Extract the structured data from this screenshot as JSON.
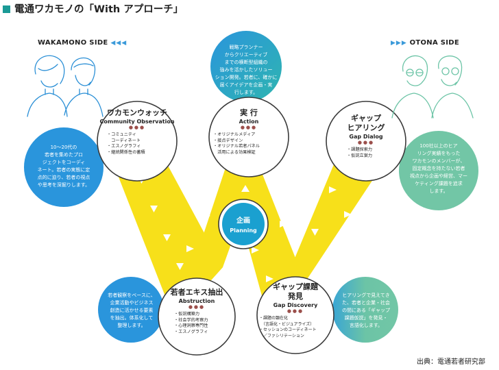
{
  "title": "電通ワカモノの「With アプローチ」",
  "wakamono_side": {
    "label": "WAKAMONO SIDE",
    "arrows": "◀◀◀"
  },
  "otona_side": {
    "label": "OTONA SIDE",
    "arrows": "▶▶▶"
  },
  "colors": {
    "accent": "#1a9a96",
    "yellow": "#f7e01a",
    "blue": "#2a95dc",
    "teal": "#72c6a6",
    "planning": "#1aa0d0",
    "dots": "#9b4f4b"
  },
  "nodes": {
    "watch": {
      "title": "ワカモンウォッチ",
      "en": "Community Observation",
      "dots": "●●●",
      "items": [
        "・コミュニティ",
        "　コーディネート",
        "・エスノグラフィ",
        "・継続関係性の蓄積"
      ]
    },
    "action": {
      "title": "実 行",
      "en": "Action",
      "dots": "●●●",
      "items": [
        "・オリジナルメディア",
        "・接点デザイン",
        "・オリジナル若者パネル",
        "　活用による効果検証"
      ]
    },
    "dialog": {
      "title": "ギャップ\nヒアリング",
      "en": "Gap Dialog",
      "dots": "●●●",
      "items": [
        "・課題探索力",
        "・仮説立案力"
      ]
    },
    "abstraction": {
      "title": "若者エキス抽出",
      "en": "Abstruction",
      "dots": "●●●",
      "items": [
        "・仮説構築力",
        "・社会学的考察力",
        "・心理洞察専門性",
        "・エスノグラフィ"
      ]
    },
    "discovery": {
      "title": "ギャップ課題\n発見",
      "en": "Gap Discovery",
      "dots": "●●●",
      "items": [
        "・課題の顕在化",
        "　（言語化・ビジュアライズ）",
        "・セッションのコーディネート",
        "　／ファシリテーション"
      ]
    }
  },
  "planning": {
    "jp": "企画",
    "en": "Planning"
  },
  "bubbles": {
    "top": "戦略プランナー\nからクリエーティブ\nまでの横断型組織の\n強みを活かしたソリュー\nション開発。若者に、確かに\n届くアイデアを企画・実\n行します。",
    "left": "10〜20代の\n若者を集めたプロ\nジェクトをコーディ\nネート。若者の実態に定\n点的に迫り、若者の視点\nや思考を深掘りします。",
    "right": "100社以上のヒア\nリング実績をもった\nワカモンのメンバーが、\n固定概念を持たない若者\n視点から企画や経営、マー\nケティング課題を追求\nします。",
    "bottom_left": "若者観察をベースに、\n企業活動やビジネス\n創造に活かせる要素\nを抽出。体系化して\n整理します。",
    "bottom_right": "ヒアリングで見えてき\nた、若者と企業・社会\nの間にある「ギャップ\n課題仮説」を発見・\n言語化します。"
  },
  "source": "出典：電通若者研究部"
}
